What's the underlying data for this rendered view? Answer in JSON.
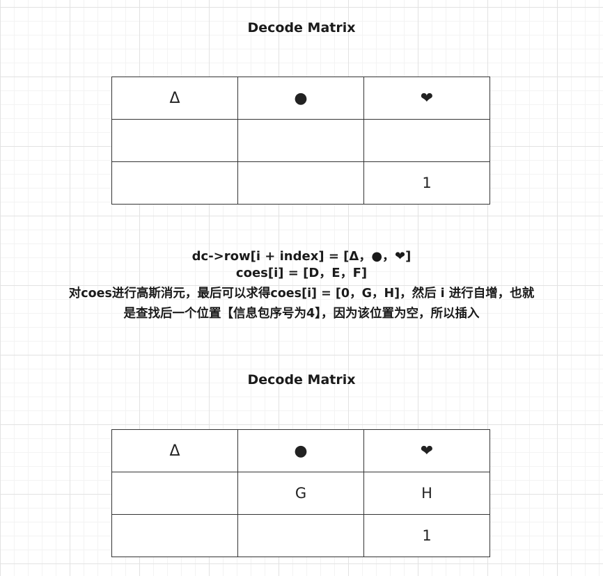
{
  "matrix_top": {
    "title": "Decode Matrix",
    "rows": [
      [
        "Δ",
        "●",
        "❤"
      ],
      [
        "",
        "",
        ""
      ],
      [
        "",
        "",
        "1"
      ]
    ]
  },
  "description": {
    "line1": "dc->row[i + index] = [Δ，●，❤]",
    "line2": "coes[i] = [D，E，F]",
    "line3": "对coes进行高斯消元，最后可以求得coes[i] = [0，G，H]，然后 i 进行自增，也就",
    "line4": "是查找后一个位置【信息包序号为4】，因为该位置为空，所以插入"
  },
  "matrix_bottom": {
    "title": "Decode Matrix",
    "rows": [
      [
        "Δ",
        "●",
        "❤"
      ],
      [
        "",
        "G",
        "H"
      ],
      [
        "",
        "",
        "1"
      ]
    ]
  }
}
